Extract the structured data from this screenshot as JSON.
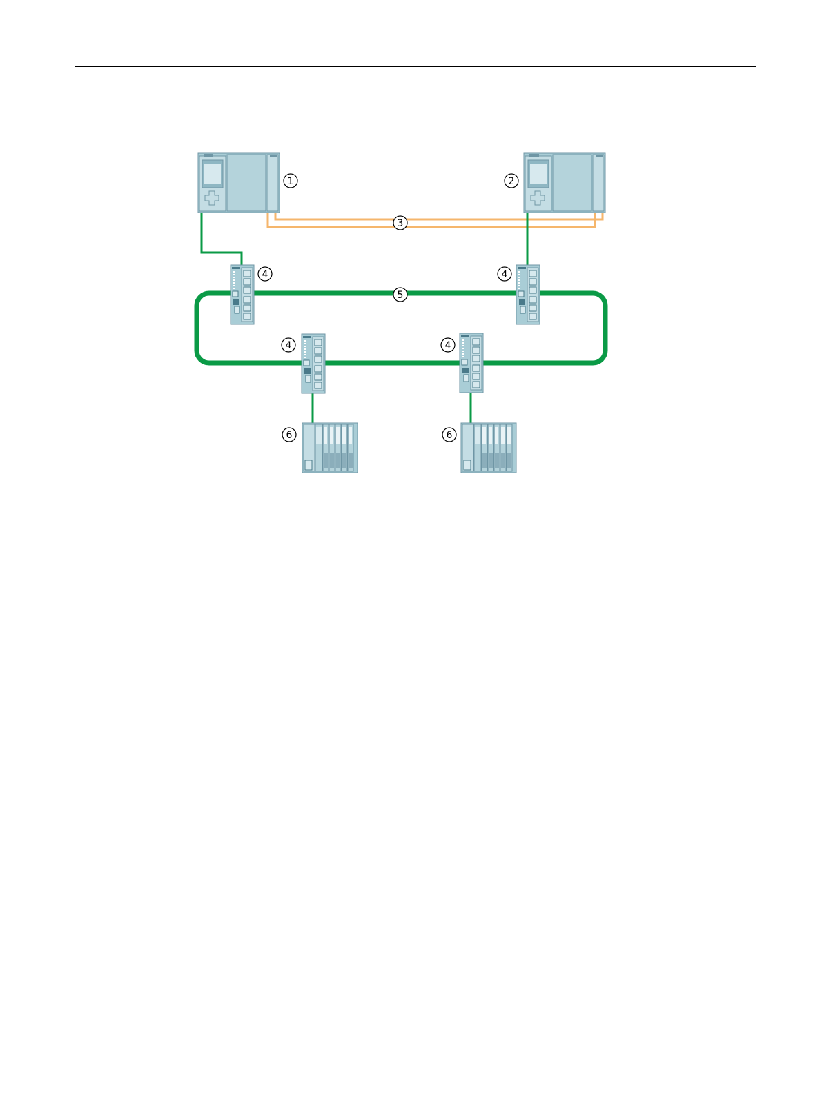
{
  "colors": {
    "network_ring": "#0a9a46",
    "sync_link": "#f5b66c",
    "device_body": "#a9cdd6",
    "device_dark": "#6f96a5",
    "device_light": "#d7e9ee",
    "header_rule": "#000000"
  },
  "diagram": {
    "callouts": [
      {
        "id": "cpu-1",
        "text": "1"
      },
      {
        "id": "cpu-2",
        "text": "2"
      },
      {
        "id": "sync",
        "text": "3"
      },
      {
        "id": "switch-tl",
        "text": "4"
      },
      {
        "id": "switch-tr",
        "text": "4"
      },
      {
        "id": "switch-bl",
        "text": "4"
      },
      {
        "id": "switch-br",
        "text": "4"
      },
      {
        "id": "ring",
        "text": "5"
      },
      {
        "id": "io-l",
        "text": "6"
      },
      {
        "id": "io-r",
        "text": "6"
      }
    ],
    "icons": {
      "cpu": "plc-cpu-icon",
      "switch": "network-switch-icon",
      "io": "distributed-io-icon"
    }
  }
}
